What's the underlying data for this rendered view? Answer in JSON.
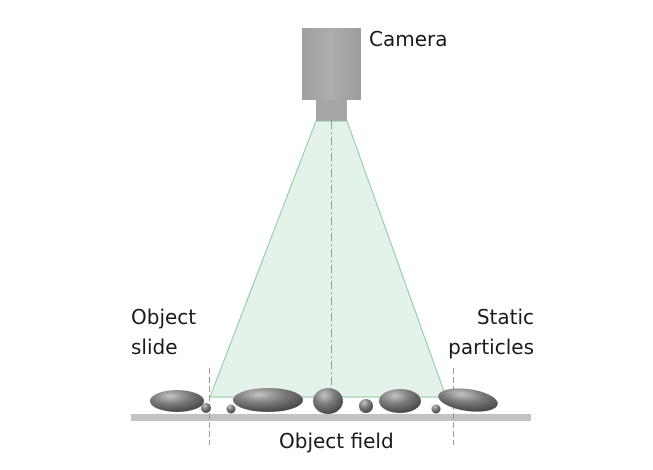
{
  "labels": {
    "camera": "Camera",
    "object_slide": [
      "Object",
      "slide"
    ],
    "static_particles": [
      "Static",
      "particles"
    ],
    "object_field": "Object field"
  },
  "colors": {
    "camera_body": "#a6a6a6",
    "camera_lens": "#a6a6a6",
    "light_cone_fill": "#e3f3ea",
    "light_cone_stroke": "#8ccaa4",
    "slide": "#c3c3c3",
    "particle_dark": "#4a4a4a",
    "particle_light": "#b8b8b8",
    "dashed_line": "#9a9a9a",
    "text": "#1a1a1a"
  },
  "icons": {
    "camera": "camera-icon"
  }
}
